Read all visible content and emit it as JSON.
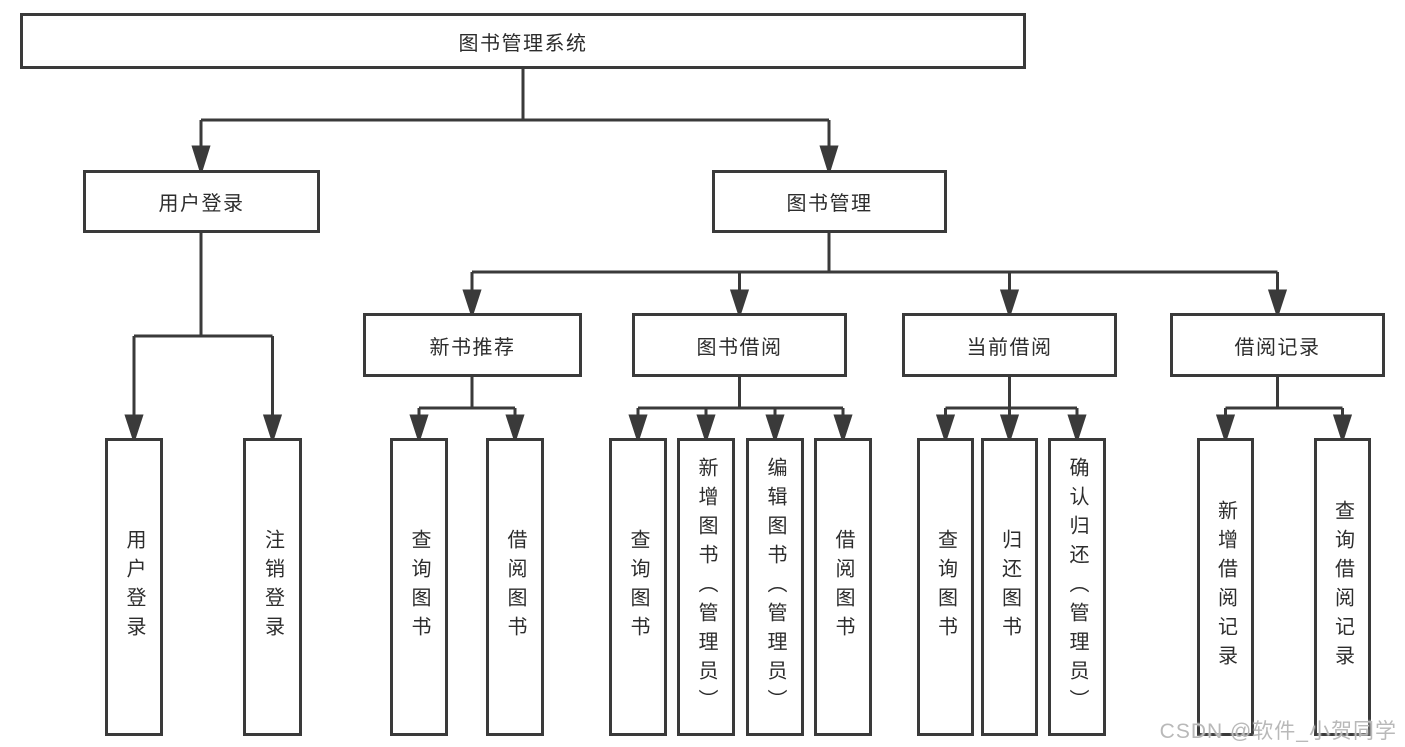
{
  "tree": {
    "root": {
      "label": "图书管理系统"
    },
    "branches": [
      {
        "label": "用户登录",
        "leaves": [
          {
            "label": "用户登录"
          },
          {
            "label": "注销登录"
          }
        ]
      },
      {
        "label": "图书管理",
        "groups": [
          {
            "label": "新书推荐",
            "leaves": [
              {
                "label": "查询图书"
              },
              {
                "label": "借阅图书"
              }
            ]
          },
          {
            "label": "图书借阅",
            "leaves": [
              {
                "label": "查询图书"
              },
              {
                "label": "新增图书（管理员）"
              },
              {
                "label": "编辑图书（管理员）"
              },
              {
                "label": "借阅图书"
              }
            ]
          },
          {
            "label": "当前借阅",
            "leaves": [
              {
                "label": "查询图书"
              },
              {
                "label": "归还图书"
              },
              {
                "label": "确认归还（管理员）"
              }
            ]
          },
          {
            "label": "借阅记录",
            "leaves": [
              {
                "label": "新增借阅记录"
              },
              {
                "label": "查询借阅记录"
              }
            ]
          }
        ]
      }
    ]
  },
  "watermark": {
    "text": "CSDN @软件_小贺同学"
  },
  "colors": {
    "line": "#3a3a3a",
    "box_border": "#3a3a3a",
    "text": "#2d2d2d",
    "watermark": "#b9b9b9",
    "background": "#ffffff"
  }
}
